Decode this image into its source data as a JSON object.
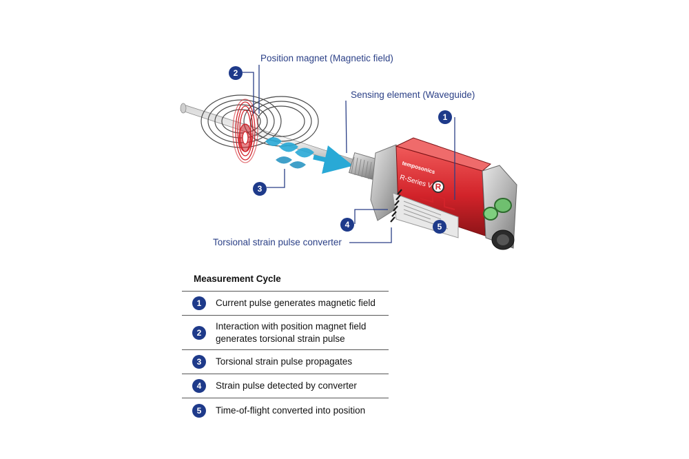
{
  "labels": {
    "position_magnet": "Position magnet (Magnetic field)",
    "sensing_element": "Sensing element (Waveguide)",
    "converter": "Torsional strain pulse converter"
  },
  "brand": {
    "logo_text": "temposonics",
    "model_text": "R-Series V",
    "logo_badge": "R"
  },
  "markers": [
    "1",
    "2",
    "3",
    "4",
    "5"
  ],
  "colors": {
    "badge": "#1e3a8a",
    "leader": "#2a3f86",
    "housing_red": "#d2232a",
    "pulse_cyan": "#29a9d6"
  },
  "measurement_cycle": {
    "title": "Measurement Cycle",
    "steps": [
      {
        "num": "1",
        "text_lines": [
          "Current pulse generates magnetic field"
        ]
      },
      {
        "num": "2",
        "text_lines": [
          "Interaction with position magnet field",
          "generates torsional strain pulse"
        ]
      },
      {
        "num": "3",
        "text_lines": [
          "Torsional strain pulse propagates"
        ]
      },
      {
        "num": "4",
        "text_lines": [
          "Strain pulse detected by converter"
        ]
      },
      {
        "num": "5",
        "text_lines": [
          "Time-of-flight converted into position"
        ]
      }
    ]
  }
}
